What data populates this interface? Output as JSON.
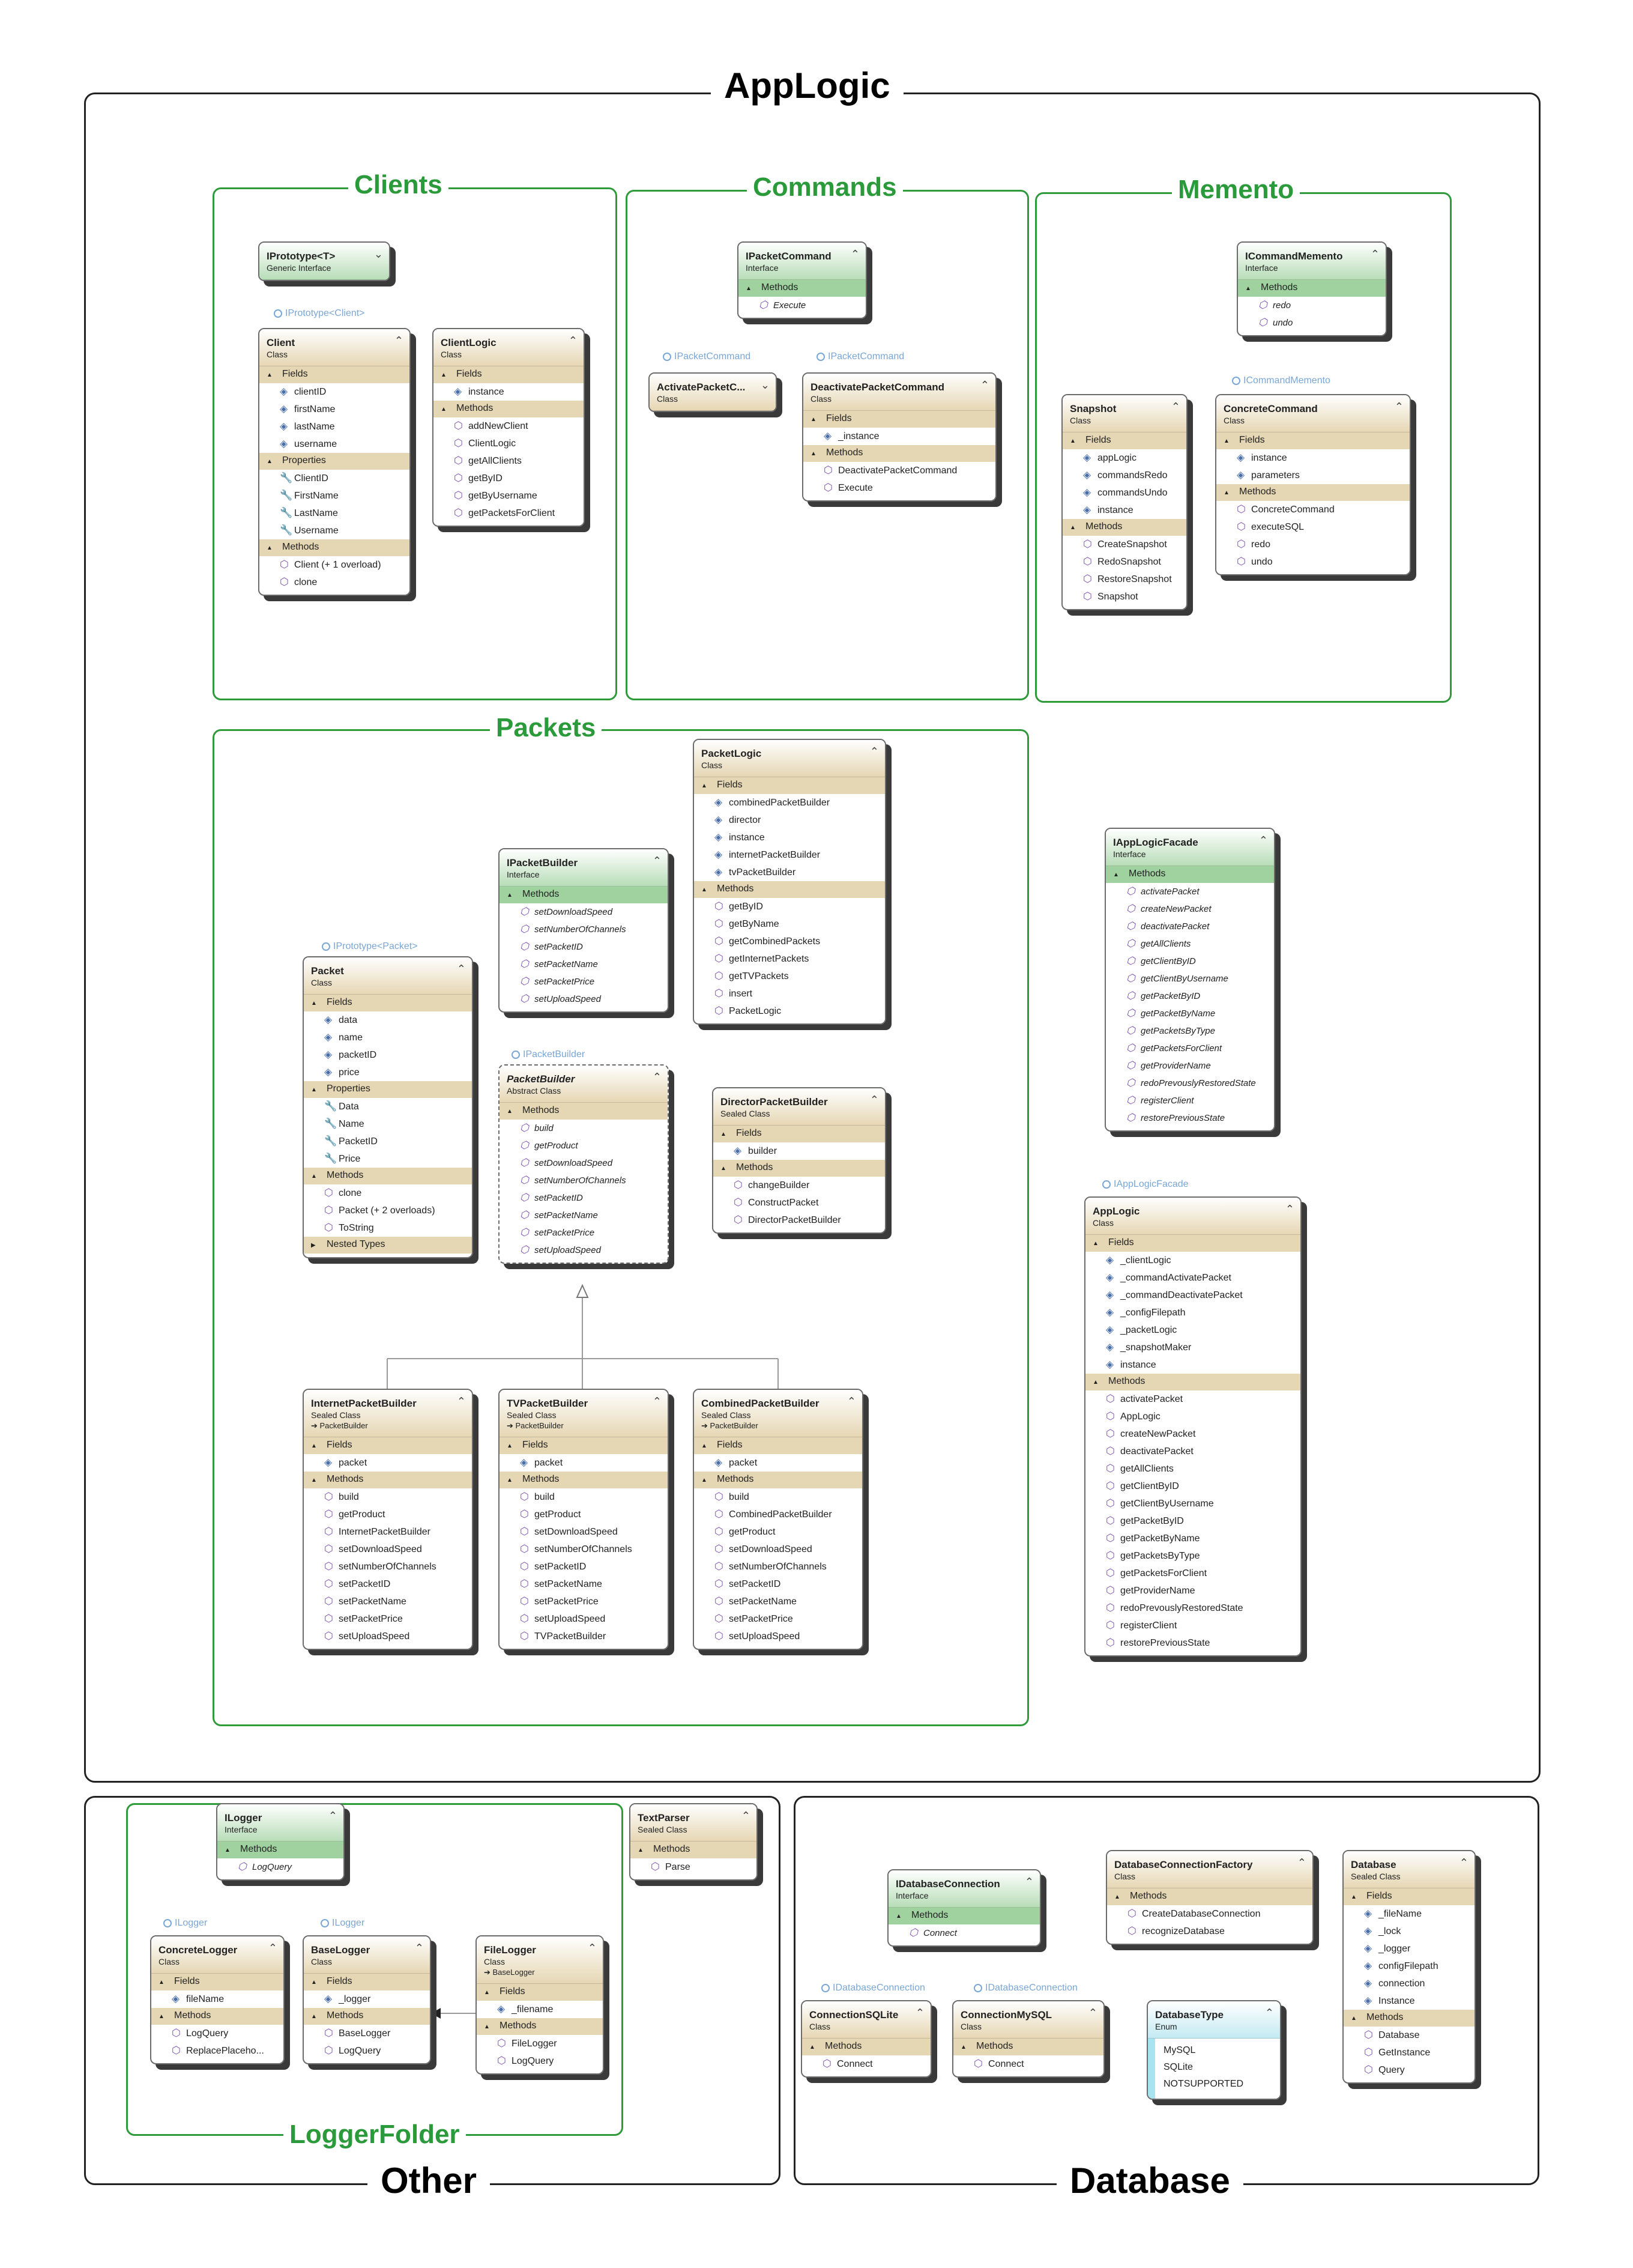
{
  "regions": {
    "applogic": "AppLogic",
    "other": "Other",
    "database": "Database"
  },
  "groups": {
    "clients": "Clients",
    "commands": "Commands",
    "memento": "Memento",
    "packets": "Packets",
    "loggerfolder": "LoggerFolder"
  },
  "labels": {
    "iprototype_client": "IPrototype<Client>",
    "ipacketcommand_1": "IPacketCommand",
    "ipacketcommand_2": "IPacketCommand",
    "icommandmemento": "ICommandMemento",
    "iprototype_packet": "IPrototype<Packet>",
    "ipacketbuilder": "IPacketBuilder",
    "iapplogicfacade": "IAppLogicFacade",
    "ilogger_1": "ILogger",
    "ilogger_2": "ILogger",
    "idbconn_1": "IDatabaseConnection",
    "idbconn_2": "IDatabaseConnection"
  },
  "boxes": {
    "iprototype": {
      "name": "IPrototype<T>",
      "kind": "Generic Interface"
    },
    "client": {
      "name": "Client",
      "kind": "Class",
      "fields_label": "Fields",
      "fields": [
        "clientID",
        "firstName",
        "lastName",
        "username"
      ],
      "properties_label": "Properties",
      "properties": [
        "ClientID",
        "FirstName",
        "LastName",
        "Username"
      ],
      "methods_label": "Methods",
      "methods": [
        "Client (+ 1 overload)",
        "clone"
      ]
    },
    "clientlogic": {
      "name": "ClientLogic",
      "kind": "Class",
      "fields_label": "Fields",
      "fields": [
        "instance"
      ],
      "methods_label": "Methods",
      "methods": [
        "addNewClient",
        "ClientLogic",
        "getAllClients",
        "getByID",
        "getByUsername",
        "getPacketsForClient"
      ]
    },
    "ipacketcommand": {
      "name": "IPacketCommand",
      "kind": "Interface",
      "methods_label": "Methods",
      "methods": [
        "Execute"
      ]
    },
    "activatepacketcommand": {
      "name": "ActivatePacketC...",
      "kind": "Class"
    },
    "deactivatepacketcommand": {
      "name": "DeactivatePacketCommand",
      "kind": "Class",
      "fields_label": "Fields",
      "fields": [
        "_instance"
      ],
      "methods_label": "Methods",
      "methods": [
        "DeactivatePacketCommand",
        "Execute"
      ]
    },
    "icommandmemento": {
      "name": "ICommandMemento",
      "kind": "Interface",
      "methods_label": "Methods",
      "methods": [
        "redo",
        "undo"
      ]
    },
    "snapshot": {
      "name": "Snapshot",
      "kind": "Class",
      "fields_label": "Fields",
      "fields": [
        "appLogic",
        "commandsRedo",
        "commandsUndo",
        "instance"
      ],
      "methods_label": "Methods",
      "methods": [
        "CreateSnapshot",
        "RedoSnapshot",
        "RestoreSnapshot",
        "Snapshot"
      ]
    },
    "concretecommand": {
      "name": "ConcreteCommand",
      "kind": "Class",
      "fields_label": "Fields",
      "fields": [
        "instance",
        "parameters"
      ],
      "methods_label": "Methods",
      "methods": [
        "ConcreteCommand",
        "executeSQL",
        "redo",
        "undo"
      ]
    },
    "packetlogic": {
      "name": "PacketLogic",
      "kind": "Class",
      "fields_label": "Fields",
      "fields": [
        "combinedPacketBuilder",
        "director",
        "instance",
        "internetPacketBuilder",
        "tvPacketBuilder"
      ],
      "methods_label": "Methods",
      "methods": [
        "getByID",
        "getByName",
        "getCombinedPackets",
        "getInternetPackets",
        "getTVPackets",
        "insert",
        "PacketLogic"
      ]
    },
    "ipacketbuilder": {
      "name": "IPacketBuilder",
      "kind": "Interface",
      "methods_label": "Methods",
      "methods": [
        "setDownloadSpeed",
        "setNumberOfChannels",
        "setPacketID",
        "setPacketName",
        "setPacketPrice",
        "setUploadSpeed"
      ]
    },
    "packet": {
      "name": "Packet",
      "kind": "Class",
      "fields_label": "Fields",
      "fields": [
        "data",
        "name",
        "packetID",
        "price"
      ],
      "properties_label": "Properties",
      "properties": [
        "Data",
        "Name",
        "PacketID",
        "Price"
      ],
      "methods_label": "Methods",
      "methods": [
        "clone",
        "Packet (+ 2 overloads)",
        "ToString"
      ],
      "nested_label": "Nested Types"
    },
    "packetbuilder": {
      "name": "PacketBuilder",
      "kind": "Abstract Class",
      "methods_label": "Methods",
      "methods": [
        "build",
        "getProduct",
        "setDownloadSpeed",
        "setNumberOfChannels",
        "setPacketID",
        "setPacketName",
        "setPacketPrice",
        "setUploadSpeed"
      ]
    },
    "directorpacketbuilder": {
      "name": "DirectorPacketBuilder",
      "kind": "Sealed Class",
      "fields_label": "Fields",
      "fields": [
        "builder"
      ],
      "methods_label": "Methods",
      "methods": [
        "changeBuilder",
        "ConstructPacket",
        "DirectorPacketBuilder"
      ]
    },
    "internetpacketbuilder": {
      "name": "InternetPacketBuilder",
      "kind": "Sealed Class",
      "base": "PacketBuilder",
      "fields_label": "Fields",
      "fields": [
        "packet"
      ],
      "methods_label": "Methods",
      "methods": [
        "build",
        "getProduct",
        "InternetPacketBuilder",
        "setDownloadSpeed",
        "setNumberOfChannels",
        "setPacketID",
        "setPacketName",
        "setPacketPrice",
        "setUploadSpeed"
      ]
    },
    "tvpacketbuilder": {
      "name": "TVPacketBuilder",
      "kind": "Sealed Class",
      "base": "PacketBuilder",
      "fields_label": "Fields",
      "fields": [
        "packet"
      ],
      "methods_label": "Methods",
      "methods": [
        "build",
        "getProduct",
        "setDownloadSpeed",
        "setNumberOfChannels",
        "setPacketID",
        "setPacketName",
        "setPacketPrice",
        "setUploadSpeed",
        "TVPacketBuilder"
      ]
    },
    "combinedpacketbuilder": {
      "name": "CombinedPacketBuilder",
      "kind": "Sealed Class",
      "base": "PacketBuilder",
      "fields_label": "Fields",
      "fields": [
        "packet"
      ],
      "methods_label": "Methods",
      "methods": [
        "build",
        "CombinedPacketBuilder",
        "getProduct",
        "setDownloadSpeed",
        "setNumberOfChannels",
        "setPacketID",
        "setPacketName",
        "setPacketPrice",
        "setUploadSpeed"
      ]
    },
    "iapplogicfacade": {
      "name": "IAppLogicFacade",
      "kind": "Interface",
      "methods_label": "Methods",
      "methods": [
        "activatePacket",
        "createNewPacket",
        "deactivatePacket",
        "getAllClients",
        "getClientByID",
        "getClientByUsername",
        "getPacketByID",
        "getPacketByName",
        "getPacketsByType",
        "getPacketsForClient",
        "getProviderName",
        "redoPrevouslyRestoredState",
        "registerClient",
        "restorePreviousState"
      ]
    },
    "applogic": {
      "name": "AppLogic",
      "kind": "Class",
      "fields_label": "Fields",
      "fields": [
        "_clientLogic",
        "_commandActivatePacket",
        "_commandDeactivatePacket",
        "_configFilepath",
        "_packetLogic",
        "_snapshotMaker",
        "instance"
      ],
      "methods_label": "Methods",
      "methods": [
        "activatePacket",
        "AppLogic",
        "createNewPacket",
        "deactivatePacket",
        "getAllClients",
        "getClientByID",
        "getClientByUsername",
        "getPacketByID",
        "getPacketByName",
        "getPacketsByType",
        "getPacketsForClient",
        "getProviderName",
        "redoPrevouslyRestoredState",
        "registerClient",
        "restorePreviousState"
      ]
    },
    "ilogger": {
      "name": "ILogger",
      "kind": "Interface",
      "methods_label": "Methods",
      "methods": [
        "LogQuery"
      ]
    },
    "textparser": {
      "name": "TextParser",
      "kind": "Sealed Class",
      "methods_label": "Methods",
      "methods": [
        "Parse"
      ]
    },
    "concretelogger": {
      "name": "ConcreteLogger",
      "kind": "Class",
      "fields_label": "Fields",
      "fields": [
        "fileName"
      ],
      "methods_label": "Methods",
      "methods": [
        "LogQuery",
        "ReplacePlaceho..."
      ]
    },
    "baselogger": {
      "name": "BaseLogger",
      "kind": "Class",
      "fields_label": "Fields",
      "fields": [
        "_logger"
      ],
      "methods_label": "Methods",
      "methods": [
        "BaseLogger",
        "LogQuery"
      ]
    },
    "filelogger": {
      "name": "FileLogger",
      "kind": "Class",
      "base": "BaseLogger",
      "fields_label": "Fields",
      "fields": [
        "_filename"
      ],
      "methods_label": "Methods",
      "methods": [
        "FileLogger",
        "LogQuery"
      ]
    },
    "idatabaseconnection": {
      "name": "IDatabaseConnection",
      "kind": "Interface",
      "methods_label": "Methods",
      "methods": [
        "Connect"
      ]
    },
    "dbconnfactory": {
      "name": "DatabaseConnectionFactory",
      "kind": "Class",
      "methods_label": "Methods",
      "methods": [
        "CreateDatabaseConnection",
        "recognizeDatabase"
      ]
    },
    "database": {
      "name": "Database",
      "kind": "Sealed Class",
      "fields_label": "Fields",
      "fields": [
        "_fileName",
        "_lock",
        "_logger",
        "configFilepath",
        "connection",
        "Instance"
      ],
      "methods_label": "Methods",
      "methods": [
        "Database",
        "GetInstance",
        "Query"
      ]
    },
    "connsqlite": {
      "name": "ConnectionSQLite",
      "kind": "Class",
      "methods_label": "Methods",
      "methods": [
        "Connect"
      ]
    },
    "connmysql": {
      "name": "ConnectionMySQL",
      "kind": "Class",
      "methods_label": "Methods",
      "methods": [
        "Connect"
      ]
    },
    "databasetype": {
      "name": "DatabaseType",
      "kind": "Enum",
      "values": [
        "MySQL",
        "SQLite",
        "NOTSUPPORTED"
      ]
    }
  }
}
